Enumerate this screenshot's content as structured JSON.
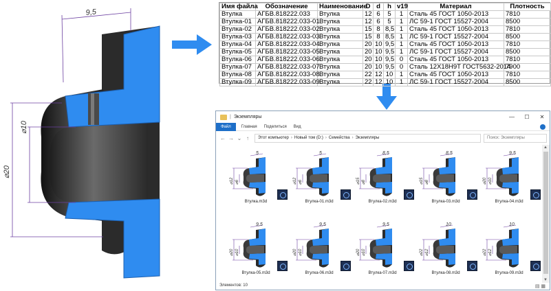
{
  "main_view": {
    "dim_top": "9,5",
    "dim_mid": "⌀10",
    "dim_bottom": "⌀20"
  },
  "table": {
    "headers": [
      "Имя файла",
      "Обозначение",
      "Наименование",
      "D",
      "d",
      "h",
      "v19",
      "Материал",
      "Плотность"
    ],
    "rows": [
      [
        "Втулка",
        "АГБВ.818222.033",
        "Втулка",
        "12",
        "6",
        "5",
        "1",
        "Сталь 45 ГОСТ 1050-2013",
        "7810"
      ],
      [
        "Втулка-01",
        "АГБВ.818222.033-01",
        "Втулка",
        "12",
        "6",
        "5",
        "1",
        "ЛС 59-1 ГОСТ 15527-2004",
        "8500"
      ],
      [
        "Втулка-02",
        "АГБВ.818222.033-02",
        "Втулка",
        "15",
        "8",
        "8,5",
        "1",
        "Сталь 45 ГОСТ 1050-2013",
        "7810"
      ],
      [
        "Втулка-03",
        "АГБВ.818222.033-03",
        "Втулка",
        "15",
        "8",
        "8,5",
        "1",
        "ЛС 59-1 ГОСТ 15527-2004",
        "8500"
      ],
      [
        "Втулка-04",
        "АГБВ.818222.033-04",
        "Втулка",
        "20",
        "10",
        "9,5",
        "1",
        "Сталь 45 ГОСТ 1050-2013",
        "7810"
      ],
      [
        "Втулка-05",
        "АГБВ.818222.033-05",
        "Втулка",
        "20",
        "10",
        "9,5",
        "1",
        "ЛС 59-1 ГОСТ 15527-2004",
        "8500"
      ],
      [
        "Втулка-06",
        "АГБВ.818222.033-06",
        "Втулка",
        "20",
        "10",
        "9,5",
        "0",
        "Сталь 45 ГОСТ 1050-2013",
        "7810"
      ],
      [
        "Втулка-07",
        "АГБВ.818222.033-07",
        "Втулка",
        "20",
        "10",
        "9,5",
        "0",
        "Сталь 12Х18Н9Т ГОСТ5632-2014",
        "7900"
      ],
      [
        "Втулка-08",
        "АГБВ.818222.033-08",
        "Втулка",
        "22",
        "12",
        "10",
        "1",
        "Сталь 45 ГОСТ 1050-2013",
        "7810"
      ],
      [
        "Втулка-09",
        "АГБВ.818222.033-09",
        "Втулка",
        "22",
        "12",
        "10",
        "1",
        "ЛС 59-1 ГОСТ 15527-2004",
        "8500"
      ]
    ]
  },
  "explorer": {
    "title": "Экземпляры",
    "window_buttons": [
      "—",
      "☐",
      "✕"
    ],
    "ribbon": {
      "file": "Файл",
      "tabs": [
        "Главная",
        "Поделиться",
        "Вид"
      ]
    },
    "nav_buttons": [
      "←",
      "→",
      "⌄",
      "↑"
    ],
    "breadcrumb": [
      "Этот компьютер",
      "Новый том (D:)",
      "Семейства",
      "Экземпляры"
    ],
    "search_placeholder": "Поиск: Экземпляры",
    "files": [
      {
        "name": "Втулка.m3d",
        "top": "5",
        "d1": "⌀12",
        "d2": "⌀6"
      },
      {
        "name": "Втулка-01.m3d",
        "top": "5",
        "d1": "⌀12",
        "d2": "⌀6"
      },
      {
        "name": "Втулка-02.m3d",
        "top": "8,5",
        "d1": "⌀15",
        "d2": "⌀8"
      },
      {
        "name": "Втулка-03.m3d",
        "top": "8,5",
        "d1": "⌀15",
        "d2": "⌀8"
      },
      {
        "name": "Втулка-04.m3d",
        "top": "9,5",
        "d1": "⌀20",
        "d2": "⌀10"
      },
      {
        "name": "Втулка-05.m3d",
        "top": "9,5",
        "d1": "⌀20",
        "d2": "⌀10"
      },
      {
        "name": "Втулка-06.m3d",
        "top": "9,5",
        "d1": "⌀20",
        "d2": "⌀10"
      },
      {
        "name": "Втулка-07.m3d",
        "top": "9,5",
        "d1": "⌀20",
        "d2": "⌀10"
      },
      {
        "name": "Втулка-08.m3d",
        "top": "10",
        "d1": "⌀22",
        "d2": "⌀12"
      },
      {
        "name": "Втулка-09.m3d",
        "top": "10",
        "d1": "⌀22",
        "d2": "⌀12"
      }
    ],
    "status": "Элементов: 10",
    "colors": {
      "part_blue": "#2f8cf0",
      "part_dark": "#3a3a3a",
      "dim_line": "#6b3fa0"
    }
  }
}
